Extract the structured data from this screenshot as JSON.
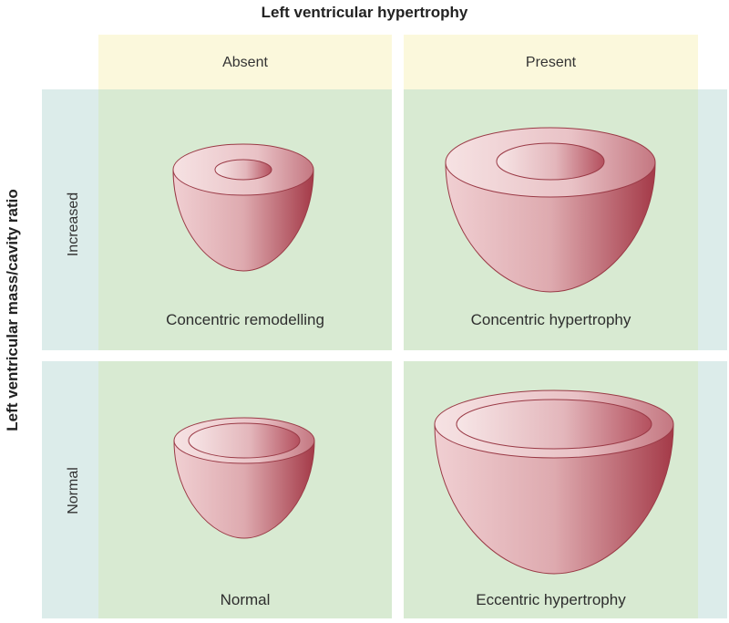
{
  "title_x": "Left ventricular hypertrophy",
  "title_y": "Left ventricular mass/cavity ratio",
  "columns": [
    {
      "label": "Absent"
    },
    {
      "label": "Present"
    }
  ],
  "rows": [
    {
      "label": "Increased"
    },
    {
      "label": "Normal"
    }
  ],
  "cells": [
    {
      "caption": "Concentric remodelling",
      "icon": "small-thick-ventricle"
    },
    {
      "caption": "Concentric hypertrophy",
      "icon": "large-thick-ventricle"
    },
    {
      "caption": "Normal",
      "icon": "small-normal-ventricle"
    },
    {
      "caption": "Eccentric hypertrophy",
      "icon": "large-thin-ventricle"
    }
  ],
  "colors": {
    "header_band": "#fbf8dc",
    "side_band": "#dcecea",
    "cell_fill": "#d8ead2",
    "ventricle_light": "#f2d6d8",
    "ventricle_dark": "#a43a48"
  }
}
